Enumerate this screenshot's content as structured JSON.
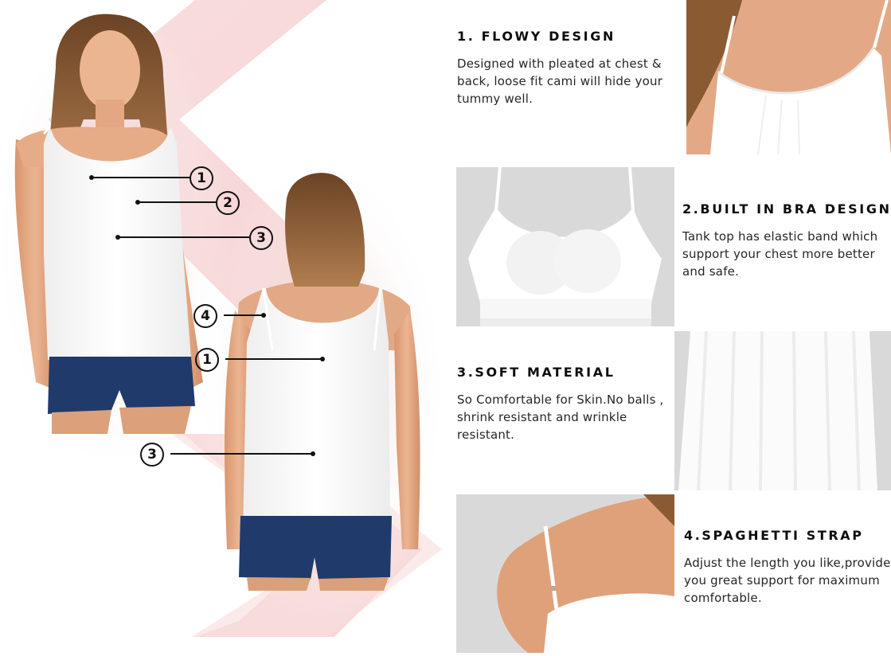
{
  "hero": {
    "front_model_callouts": [
      {
        "number": "1",
        "target": "pleated neckline"
      },
      {
        "number": "2",
        "target": "built-in bra"
      },
      {
        "number": "3",
        "target": "soft body fabric"
      }
    ],
    "back_model_callouts": [
      {
        "number": "4",
        "target": "adjustable strap"
      },
      {
        "number": "1",
        "target": "pleated back"
      },
      {
        "number": "3",
        "target": "soft body fabric"
      }
    ],
    "colors": {
      "chevron_pink": "#f8dcdc",
      "cami_white": "#ffffff",
      "shorts_navy": "#1f3a6b",
      "skin": "#e0a985",
      "hair": "#8a5a33"
    }
  },
  "features": [
    {
      "title": "1. FLOWY DESIGN",
      "description": "Designed with pleated at chest & back, loose fit cami will hide your tummy well.",
      "image_alt": "Close-up of pleated neckline on model"
    },
    {
      "title": "2.BUILT IN BRA DESIGN",
      "description": "Tank top has elastic band which support your chest more better and safe.",
      "image_alt": "Inside view of built-in padded bra"
    },
    {
      "title": "3.SOFT MATERIAL",
      "description": "So Comfortable for Skin.No balls , shrink resistant and wrinkle resistant.",
      "image_alt": "Close-up of flowing white fabric"
    },
    {
      "title": "4.SPAGHETTI STRAP",
      "description": "Adjust the length you like,provide you great support for maximum comfortable.",
      "image_alt": "Close-up of adjustable spaghetti strap on shoulder"
    }
  ]
}
